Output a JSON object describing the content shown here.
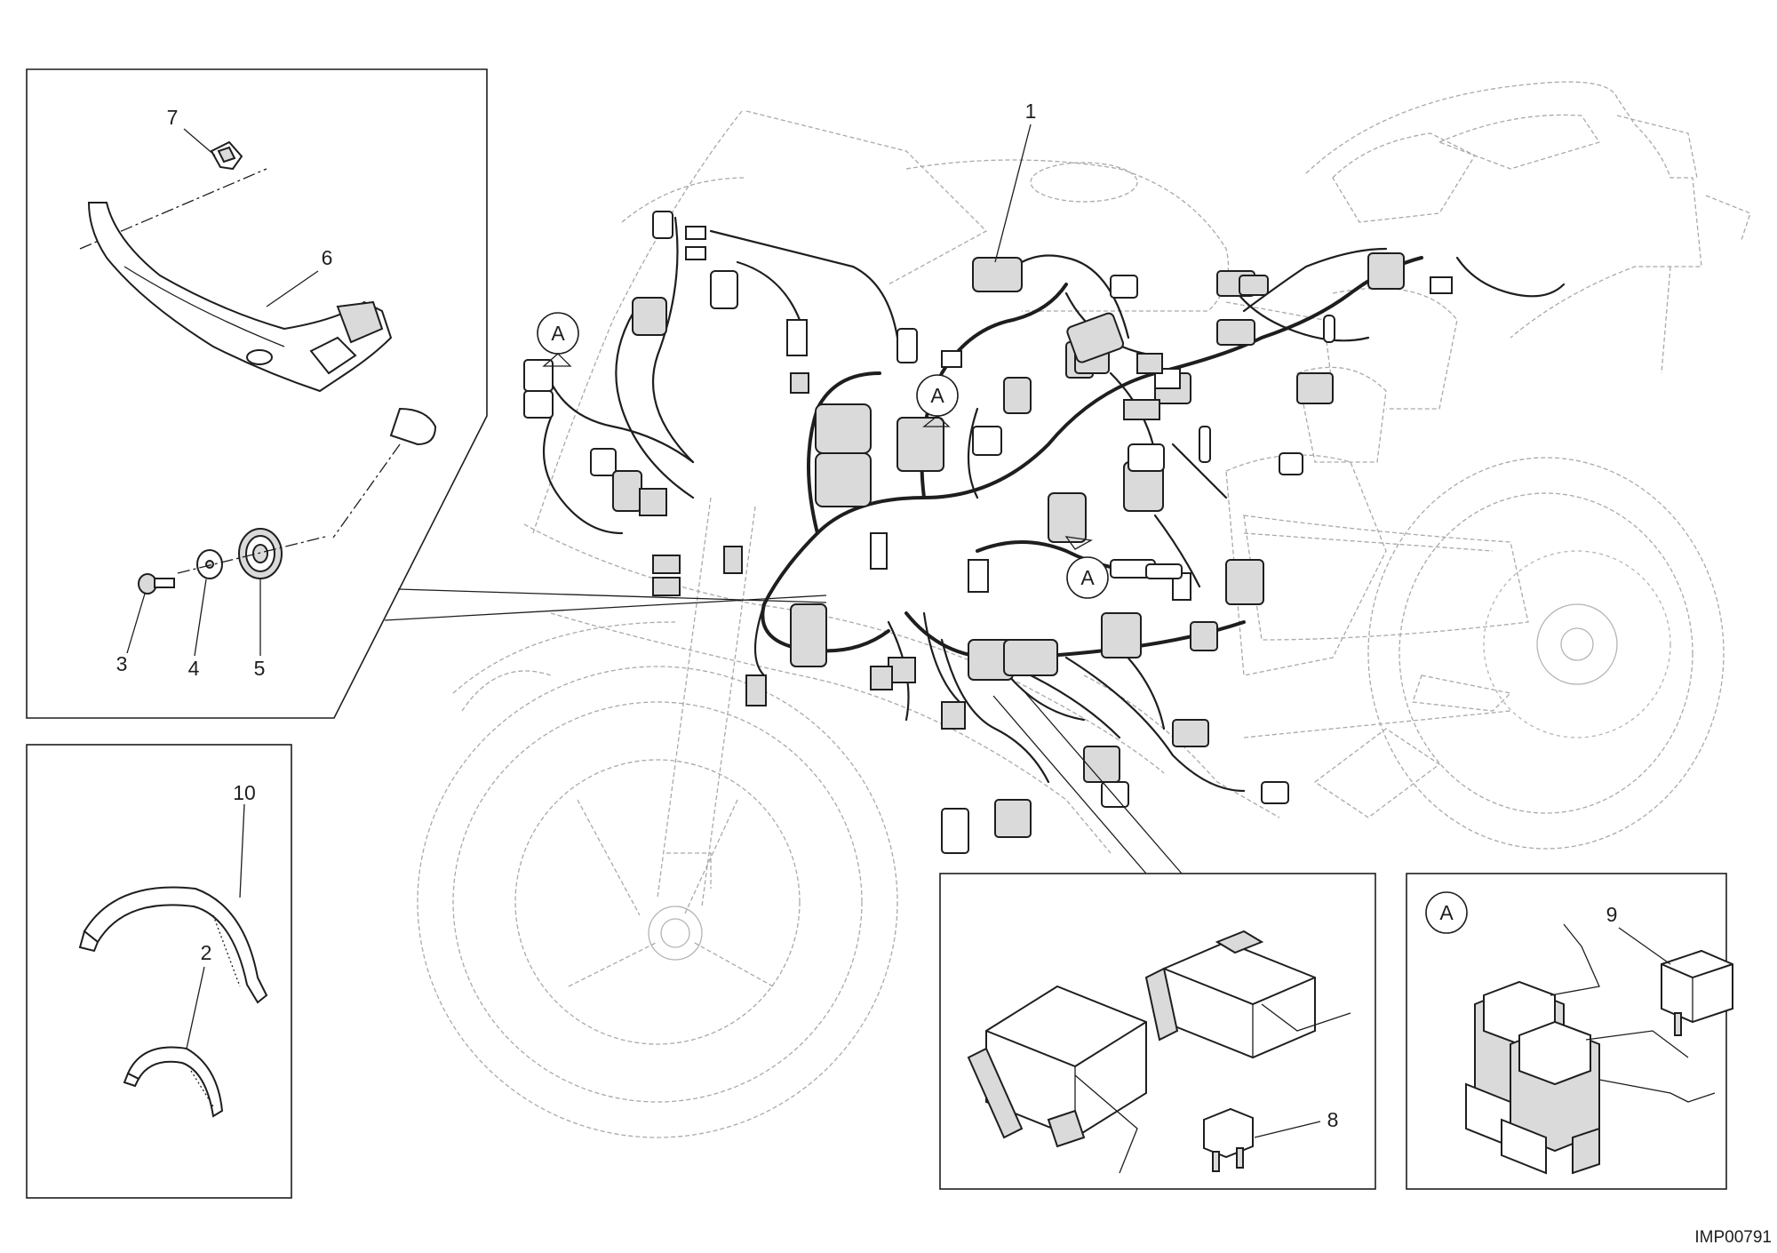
{
  "diagram": {
    "drawing_code": "IMP00791",
    "detail_marker": "A",
    "callouts": {
      "c1": "1",
      "c2": "2",
      "c3": "3",
      "c4": "4",
      "c5": "5",
      "c6": "6",
      "c7": "7",
      "c8": "8",
      "c9": "9",
      "c10": "10"
    }
  },
  "colors": {
    "line": "#1e1e1e",
    "ghost_line": "#a9a9a9",
    "background": "#ffffff"
  }
}
